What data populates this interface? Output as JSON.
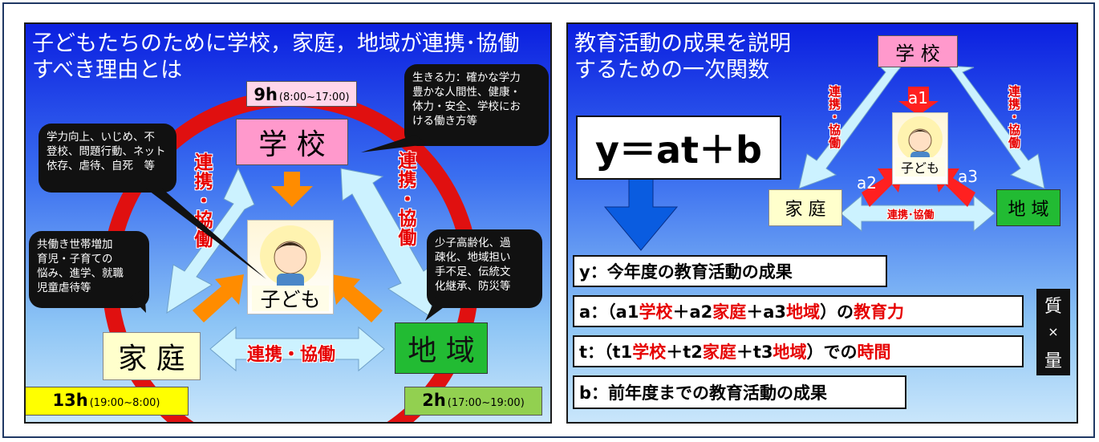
{
  "left_panel": {
    "title": "子どもたちのために学校，家庭，地域が連携･協働\nすべき理由とは",
    "school_label": "学 校",
    "home_label": "家 庭",
    "community_label": "地 域",
    "child_label": "子ども",
    "collab_left": "連携・協働",
    "collab_right": "連携・協働",
    "collab_bottom": "連携・協働",
    "hours_school": {
      "value": "9h",
      "range": "(8:00~17:00)"
    },
    "hours_home": {
      "value": "13h",
      "range": "(19:00~8:00)"
    },
    "hours_community": {
      "value": "2h",
      "range": "(17:00~19:00)"
    },
    "bubble_school_issues": "学力向上、いじめ、不\n登校、問題行動、ネット\n依存、虐待、自死　等",
    "bubble_school_power": "生きる力：確かな学力\n豊かな人間性、健康・\n体力・安全、学校にお\nける働き方等",
    "bubble_home": "共働き世帯増加\n育児・子育ての\n悩み、進学、就職\n児童虐待等",
    "bubble_community": "少子高齢化、過\n疎化、地域担い\n手不足、伝統文\n化継承、防災等"
  },
  "right_panel": {
    "title": "教育活動の成果を説明\nするための一次関数",
    "formula": "y＝at＋b",
    "school_label": "学 校",
    "home_label": "家 庭",
    "community_label": "地 域",
    "child_label": "子ども",
    "a1": "a1",
    "a2": "a2",
    "a3": "a3",
    "collab_left": "連携・協働",
    "collab_right": "連携・協働",
    "collab_bottom": "連携･協働",
    "side_label": [
      "質",
      "×",
      "量"
    ],
    "line_y": {
      "prefix": "y：",
      "text": "今年度の教育活動の成果"
    },
    "line_a": {
      "prefix": "a：（a1",
      "p1": "学校",
      "m1": "＋a2",
      "p2": "家庭",
      "m2": "＋a3",
      "p3": "地域",
      "suffix": "）の",
      "p4": "教育力"
    },
    "line_t": {
      "prefix": "t：（t1",
      "p1": "学校",
      "m1": "＋t2",
      "p2": "家庭",
      "m2": "＋t3",
      "p3": "地域",
      "suffix": "）での",
      "p4": "時間"
    },
    "line_b": {
      "prefix": "b：",
      "text": "前年度までの教育活動の成果"
    }
  },
  "colors": {
    "school_box": "#ff99cc",
    "home_box": "#ffffcc",
    "community_box": "#22bb33",
    "hours_school_box": "#ffd6ea",
    "hours_home_box": "#ffff00",
    "hours_community_box": "#92d050",
    "ring": "#e01010",
    "arrow_light": "#ccf2ff",
    "arrow_orange": "#ff8c00",
    "arrow_red": "#ff2020",
    "arrow_blue": "#0a5ce0"
  }
}
